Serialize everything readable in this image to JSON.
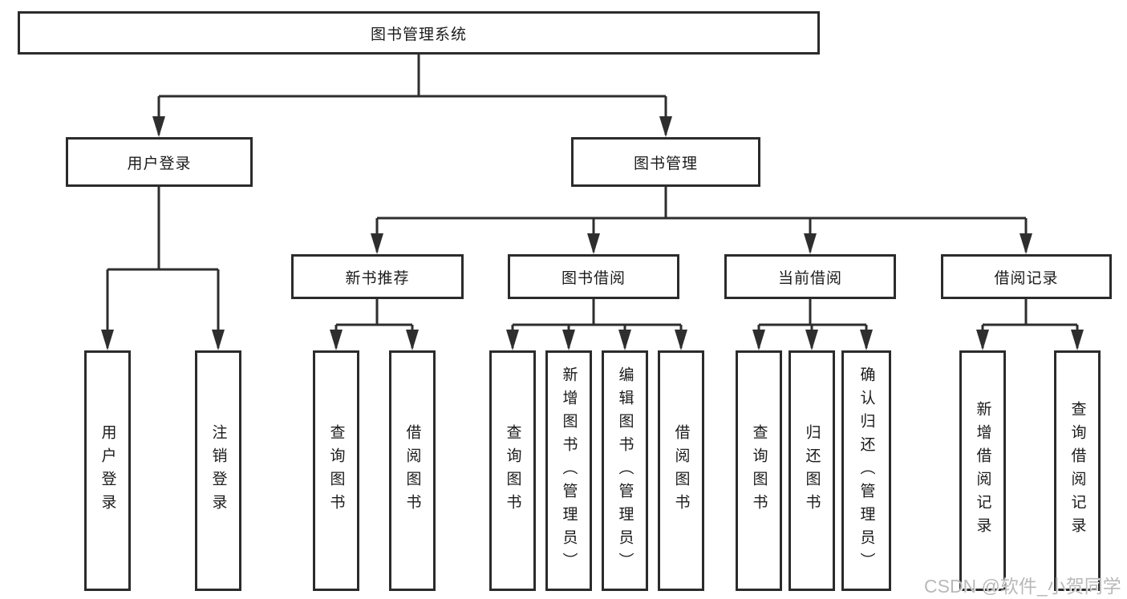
{
  "diagram": {
    "root": {
      "label": "图书管理系统"
    },
    "branches": {
      "user_login": {
        "label": "用户登录",
        "children": [
          "用户登录",
          "注销登录"
        ]
      },
      "book_management": {
        "label": "图书管理"
      }
    },
    "modules": {
      "new_books": {
        "label": "新书推荐",
        "children": [
          "查询图书",
          "借阅图书"
        ]
      },
      "book_borrow": {
        "label": "图书借阅",
        "children": [
          "查询图书",
          "新增图书（管理员）",
          "编辑图书（管理员）",
          "借阅图书"
        ]
      },
      "current_borrow": {
        "label": "当前借阅",
        "children": [
          "查询图书",
          "归还图书",
          "确认归还（管理员）"
        ]
      },
      "borrow_records": {
        "label": "借阅记录",
        "children": [
          "新增借阅记录",
          "查询借阅记录"
        ]
      }
    }
  },
  "watermark": {
    "text": "CSDN @软件_小贺同学"
  },
  "colors": {
    "line": "#2e2e2e",
    "border": "#2b2b2b",
    "text": "#1b1b1b",
    "watermark": "#b9b9b9"
  }
}
